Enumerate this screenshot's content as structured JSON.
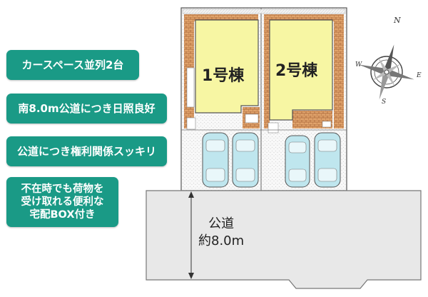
{
  "features": [
    {
      "text": "カースペース並列2台",
      "lines": [
        "カースペース並列2台"
      ]
    },
    {
      "text": "南8.0m公道につき日照良好",
      "lines": [
        "南8.0m公道につき日照良好"
      ]
    },
    {
      "text": "公道につき権利関係スッキリ",
      "lines": [
        "公道につき権利関係スッキリ"
      ]
    },
    {
      "text": "不在時でも荷物を受け取れる便利な宅配BOX付き",
      "lines": [
        "不在時でも荷物を",
        "受け取れる便利な",
        "宅配BOX付き"
      ]
    }
  ],
  "plan": {
    "house1": "1号棟",
    "house2": "2号棟",
    "road_lines": [
      "公道",
      "約8.0m"
    ]
  },
  "compass": {
    "n": "N",
    "s": "S",
    "e": "E",
    "w": "W"
  },
  "colors": {
    "tag_bg": "#1a9a86",
    "house_fill": "#f7f6a3",
    "brick": "#cc8a52",
    "road_fill": "#e8e8e8",
    "car_fill": "#bfe6ee"
  }
}
